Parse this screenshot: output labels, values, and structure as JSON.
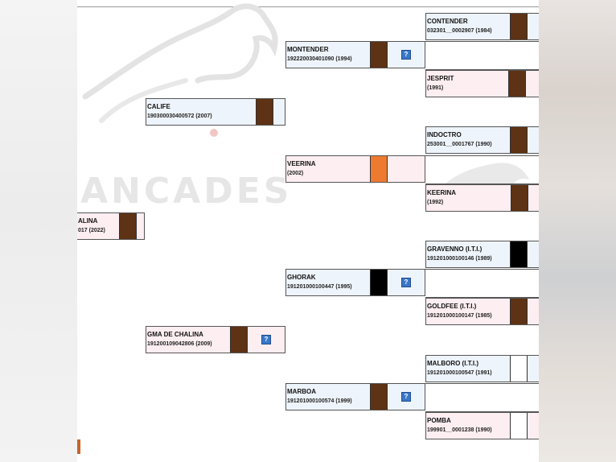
{
  "colors": {
    "bay": "#5e3214",
    "chestnut": "#ee7a30",
    "black": "#000000",
    "white": "#ffffff",
    "male_bg": "#eef4fb",
    "female_bg": "#fdeef2"
  },
  "watermark": {
    "text": "ANCADES"
  },
  "gen1": [
    {
      "name": "ALINA",
      "reg": "017 (2022)"
    }
  ],
  "gen2": [
    {
      "name": "CALIFE",
      "reg": "190300030400572 (2007)"
    },
    {
      "name": "GMA DE CHALINA",
      "reg": "191200109042806 (2009)"
    }
  ],
  "gen3": [
    {
      "name": "MONTENDER",
      "reg": "192220030401090 (1994)"
    },
    {
      "name": "VEERINA",
      "reg": "(2002)"
    },
    {
      "name": "GHORAK",
      "reg": "191201000100447 (1995)"
    },
    {
      "name": "MARBOA",
      "reg": "191201000100574 (1999)"
    }
  ],
  "gen4": [
    {
      "name": "CONTENDER",
      "reg": "032301__0002907 (1984)"
    },
    {
      "name": "JESPRIT",
      "reg": "(1991)"
    },
    {
      "name": "INDOCTRO",
      "reg": "253001__0001767 (1990)"
    },
    {
      "name": "KEERINA",
      "reg": "(1992)"
    },
    {
      "name": "GRAVENNO (I.T.I.)",
      "reg": "191201000100146 (1989)"
    },
    {
      "name": "GOLDFEE (I.T.I.)",
      "reg": "191201000100147 (1985)"
    },
    {
      "name": "MALBORO (I.T.I.)",
      "reg": "191201000100547 (1991)"
    },
    {
      "name": "POMBA",
      "reg": "199901__0001238 (1990)"
    }
  ],
  "info_icon": {
    "symbol": "?",
    "icon": "question-icon"
  }
}
